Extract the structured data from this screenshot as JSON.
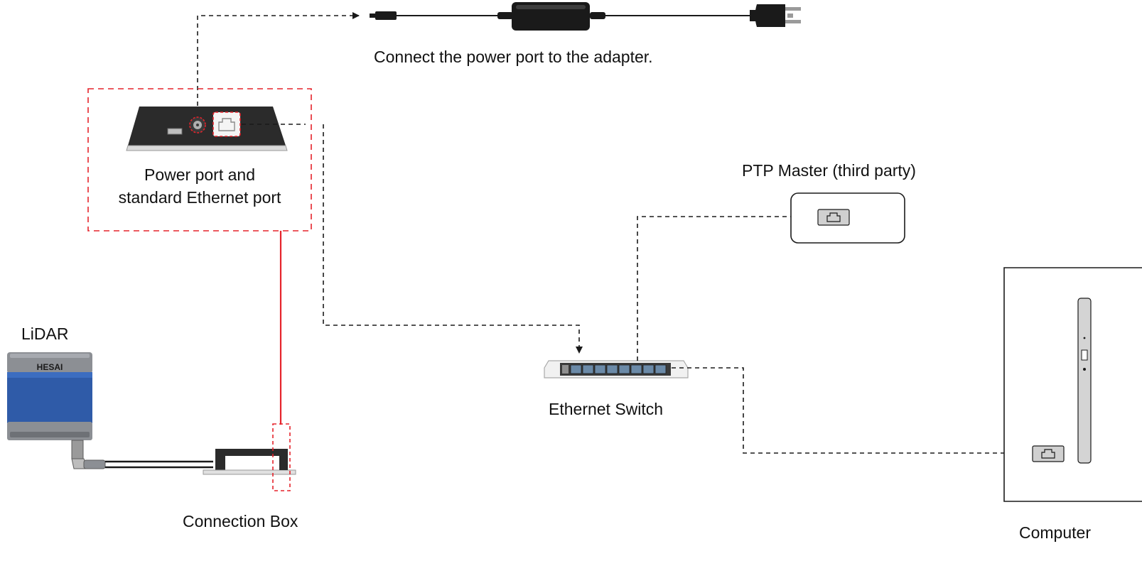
{
  "diagram": {
    "power_caption": "Connect the power port to the adapter.",
    "ports_caption_line1": "Power port and",
    "ports_caption_line2": "standard Ethernet port",
    "ptp_master_label": "PTP Master (third party)",
    "lidar_label": "LiDAR",
    "lidar_brand": "HESAI",
    "switch_label": "Ethernet Switch",
    "connection_box_label": "Connection Box",
    "computer_label": "Computer"
  },
  "colors": {
    "line": "#1a1a1a",
    "highlight_red": "#e5232b",
    "lidar_blue": "#2f5ba8",
    "lidar_gray": "#8c8f94",
    "device_dark": "#2b2b2b"
  },
  "icons": [
    "ethernet-port-icon",
    "power-jack-icon",
    "usb-port-icon",
    "plug-icon",
    "power-adapter-icon"
  ]
}
